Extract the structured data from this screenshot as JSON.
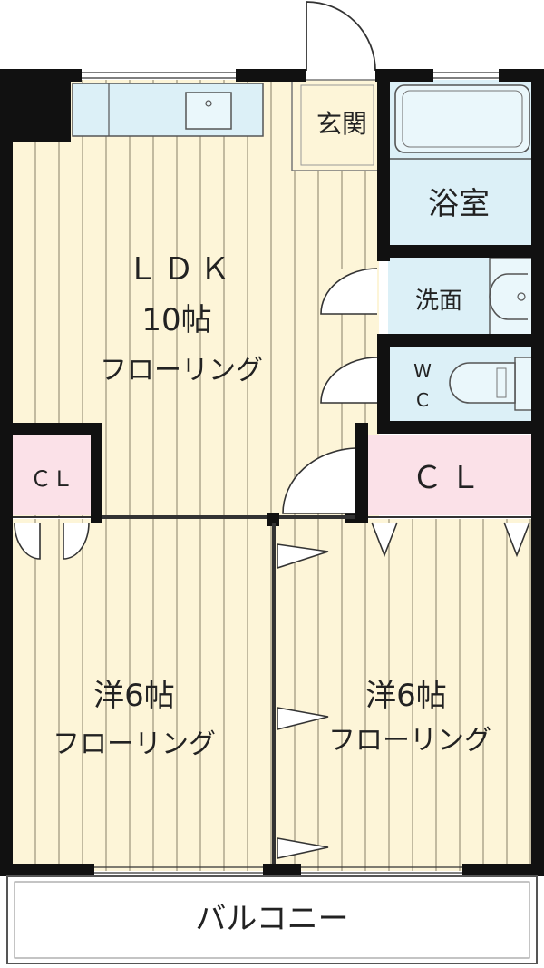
{
  "labels": {
    "ldk_name": "ＬＤＫ",
    "ldk_size": "10帖",
    "ldk_floor": "フローリング",
    "entrance": "玄関",
    "bath": "浴室",
    "washroom": "洗面",
    "wc_top": "W",
    "wc_bottom": "C",
    "closet_left": "ＣＬ",
    "closet_right": "ＣＬ",
    "room_left_size": "洋6帖",
    "room_left_floor": "フローリング",
    "room_right_size": "洋6帖",
    "room_right_floor": "フローリング",
    "balcony": "バルコニー"
  },
  "colors": {
    "floor": "#fdf5d8",
    "floor_lines": "#9a927c",
    "wet_area": "#dcf0f7",
    "closet": "#fbe1e8",
    "wall": "#111111"
  }
}
